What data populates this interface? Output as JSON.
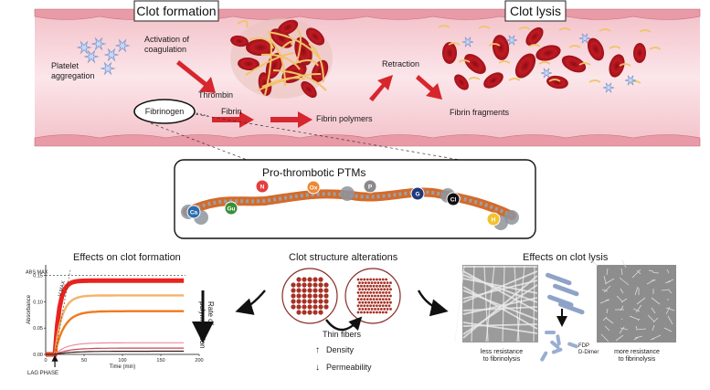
{
  "vessel": {
    "clot_formation_title": "Clot formation",
    "clot_lysis_title": "Clot lysis",
    "platelet_label": "Platelet\naggregation",
    "activation_label": "Activation of\ncoagulation",
    "thrombin_label": "Thrombin",
    "fibrinogen_label": "Fibrinogen",
    "fibrin_label": "Fibrin",
    "fibrin_polymers_label": "Fibrin polymers",
    "retraction_label": "Retraction",
    "fibrin_fragments_label": "Fibrin fragments"
  },
  "ptm": {
    "title": "Pro-thrombotic PTMs",
    "badges": [
      {
        "text": "Ca",
        "color": "#2b6cb0"
      },
      {
        "text": "Gu",
        "color": "#3a8f3a"
      },
      {
        "text": "N",
        "color": "#e53e3e"
      },
      {
        "text": "Ox",
        "color": "#ed8936"
      },
      {
        "text": "P",
        "color": "#8a8a8a"
      },
      {
        "text": "G",
        "color": "#1f3a7a"
      },
      {
        "text": "Cl",
        "color": "#111111"
      },
      {
        "text": "H",
        "color": "#f2c230"
      }
    ]
  },
  "formation_chart": {
    "title": "Effects on clot formation",
    "abs_max": "ABS MAX",
    "v_max": "V MAX",
    "lag_phase": "LAG PHASE",
    "rate_label": "Rate of\npolymerization",
    "chart_data": {
      "type": "line",
      "xlabel": "Time (min)",
      "ylabel": "Absorbance",
      "xlim": [
        0,
        200
      ],
      "ylim": [
        0,
        0.17
      ],
      "x_ticks": [
        "0",
        "50",
        "100",
        "150",
        "200"
      ],
      "y_ticks": [
        "0.00",
        "0.05",
        "0.10",
        "0.15"
      ],
      "series": [
        {
          "color": "#e8231e",
          "plateau": 0.14
        },
        {
          "color": "#f5b36a",
          "plateau": 0.112
        },
        {
          "color": "#ef7a1d",
          "plateau": 0.082
        },
        {
          "color": "#f08aa0",
          "plateau": 0.022
        },
        {
          "color": "#c0485a",
          "plateau": 0.012
        },
        {
          "color": "#3a1d14",
          "plateau": 0.006
        }
      ]
    }
  },
  "structure": {
    "title": "Clot structure alterations",
    "thin_fibers": "Thin fibers",
    "density": "Density",
    "permeability": "Permeability",
    "up_arrow": "↑",
    "down_arrow": "↓"
  },
  "lysis": {
    "title": "Effects on clot lysis",
    "less_resistance": "less resistance\nto fibrinolysis",
    "more_resistance": "more resistance\nto fibrinolysis",
    "fdp": "FDP\nD-Dimer"
  }
}
